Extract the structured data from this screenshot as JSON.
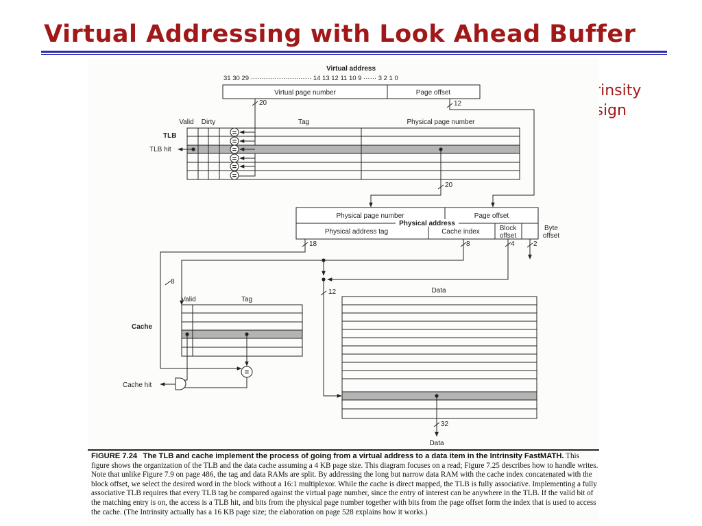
{
  "slide": {
    "title": "Virtual Addressing with Look Ahead Buffer",
    "note_line1": "Intrinsity",
    "note_line2": "Design"
  },
  "virtual_address": {
    "heading": "Virtual address",
    "bit_numbers": "31  30  29 ···························· 14  13  12  11  10  9 ······ 3  2  1  0",
    "page_number": "Virtual page number",
    "page_offset": "Page offset",
    "page_number_width": "20",
    "page_offset_width": "12"
  },
  "tlb": {
    "label": "TLB",
    "hit_label": "TLB hit",
    "col_valid": "Valid",
    "col_dirty": "Dirty",
    "col_tag": "Tag",
    "col_ppn": "Physical page number",
    "out_width": "20",
    "compare_glyph": "="
  },
  "physical_address": {
    "heading": "Physical address",
    "page_number": "Physical page number",
    "page_offset": "Page offset",
    "address_tag": "Physical address tag",
    "cache_index": "Cache index",
    "block_offset_l1": "Block",
    "block_offset_l2": "offset",
    "byte_offset_l1": "Byte",
    "byte_offset_l2": "offset",
    "tag_width": "18",
    "index_width": "8",
    "block_width": "4",
    "byte_width": "2"
  },
  "cache": {
    "label": "Cache",
    "hit_label": "Cache hit",
    "col_valid": "Valid",
    "col_tag": "Tag",
    "index_width": "8",
    "data_index_width": "12",
    "compare_glyph": "=",
    "col_data": "Data",
    "data_out_width": "32",
    "data_out_label": "Data"
  },
  "caption": {
    "label": "FIGURE 7.24",
    "headline": "The TLB and cache implement the process of going from a virtual address to a data item in the Intrinsity FastMATH.",
    "body": "This figure shows the organization of the TLB and the data cache assuming a 4 KB page size. This diagram focuses on a read; Figure 7.25 describes how to handle writes. Note that unlike Figure 7.9 on page 486, the tag and data RAMs are split. By addressing the long but narrow data RAM with the cache index concatenated with the block offset, we select the desired word in the block without a 16:1 multiplexor. While the cache is direct mapped, the TLB is fully associative. Implementing a fully associative TLB requires that every TLB tag be compared against the virtual page number, since the entry of interest can be anywhere in the TLB. If the valid bit of the matching entry is on, the access is a TLB hit, and bits from the physical page number together with bits from the page offset form the index that is used to access the cache. (The Intrinsity actually has a 16 KB page size; the elaboration on page 528 explains how it works.)"
  }
}
